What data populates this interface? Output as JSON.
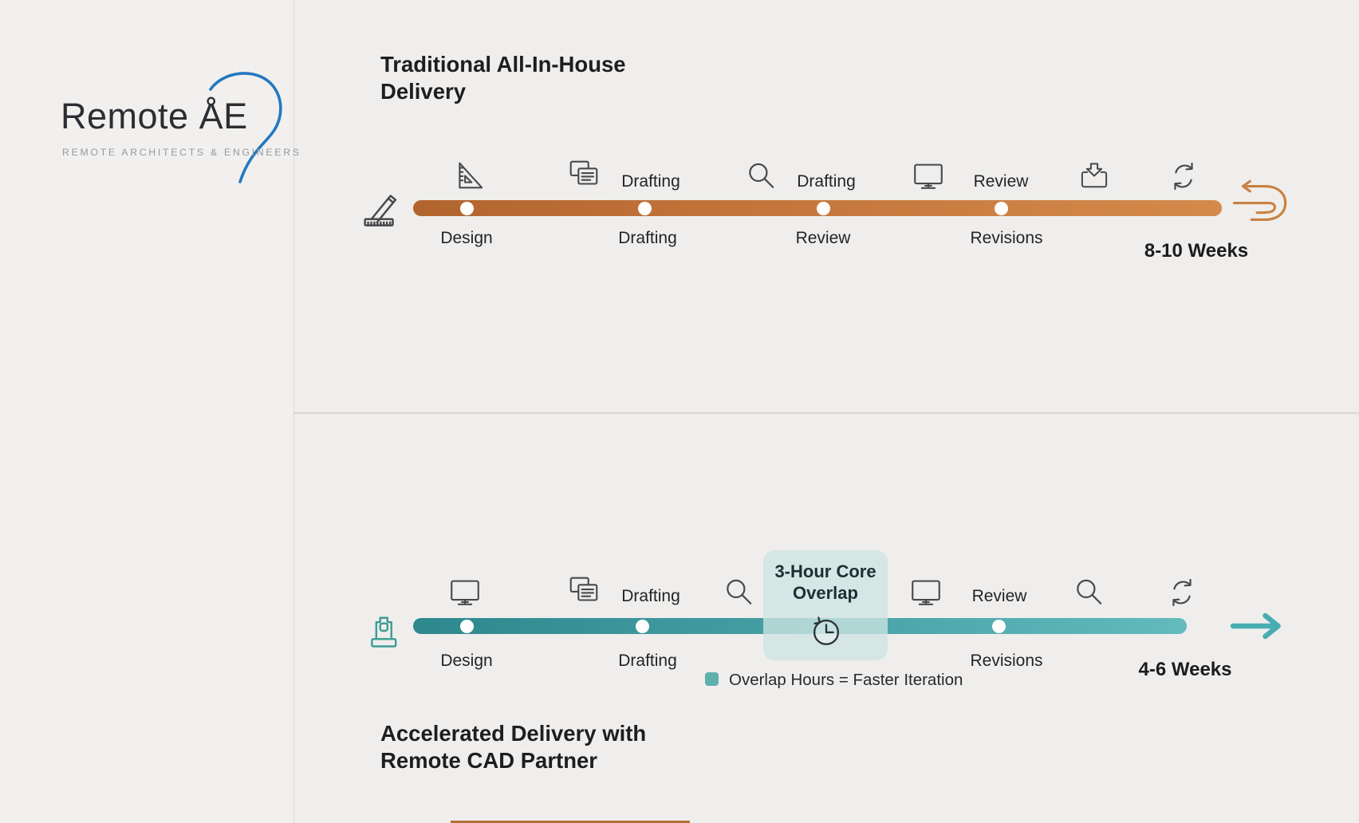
{
  "logo": {
    "brand": "Remote ÅE",
    "tagline": "REMOTE ARCHITECTS & ENGINEERS"
  },
  "traditional": {
    "title_line1": "Traditional All-In-House",
    "title_line2": "Delivery",
    "above_labels": [
      "Drafting",
      "Drafting",
      "Review"
    ],
    "stage_labels": [
      "Design",
      "Drafting",
      "Review",
      "Revisions"
    ],
    "duration": "8-10 Weeks"
  },
  "accelerated": {
    "title_line1": "Accelerated Delivery with",
    "title_line2": "Remote CAD Partner",
    "above_labels": [
      "Drafting",
      "Review"
    ],
    "stage_labels": [
      "Design",
      "Drafting",
      "Revisions"
    ],
    "overlap_line1": "3-Hour Core",
    "overlap_line2": "Overlap",
    "legend_label": "Overlap Hours = Faster Iteration",
    "duration": "4-6 Weeks"
  },
  "icons": {
    "traditional_start": "pencil-ruler-icon",
    "traditional_above": [
      "set-square-icon",
      "pages-icon",
      "magnifier-icon",
      "monitor-icon",
      "inbox-tray-icon",
      "refresh-icon"
    ],
    "traditional_end": "return-loop-arrow-icon",
    "accelerated_start": "stamp-icon",
    "accelerated_above": [
      "monitor-icon",
      "pages-icon",
      "magnifier-icon",
      "monitor-icon",
      "magnifier-icon",
      "refresh-icon"
    ],
    "accelerated_overlap": "clock-rewind-icon",
    "accelerated_end": "right-arrow-icon",
    "logo_mark": "blue-pin-arc-icon"
  },
  "colors": {
    "background": "#efeeec",
    "orange_bar_start": "#b2642e",
    "orange_bar_end": "#d48a4b",
    "teal_bar_start": "#2d888d",
    "teal_bar_end": "#64babd",
    "overlap_box": "#cde4e1",
    "legend_square": "#5fb0ad",
    "orange_arrow": "#c98240",
    "teal_arrow": "#48adb2",
    "logo_blue": "#2478c0",
    "text_dark": "#1d1e21"
  }
}
